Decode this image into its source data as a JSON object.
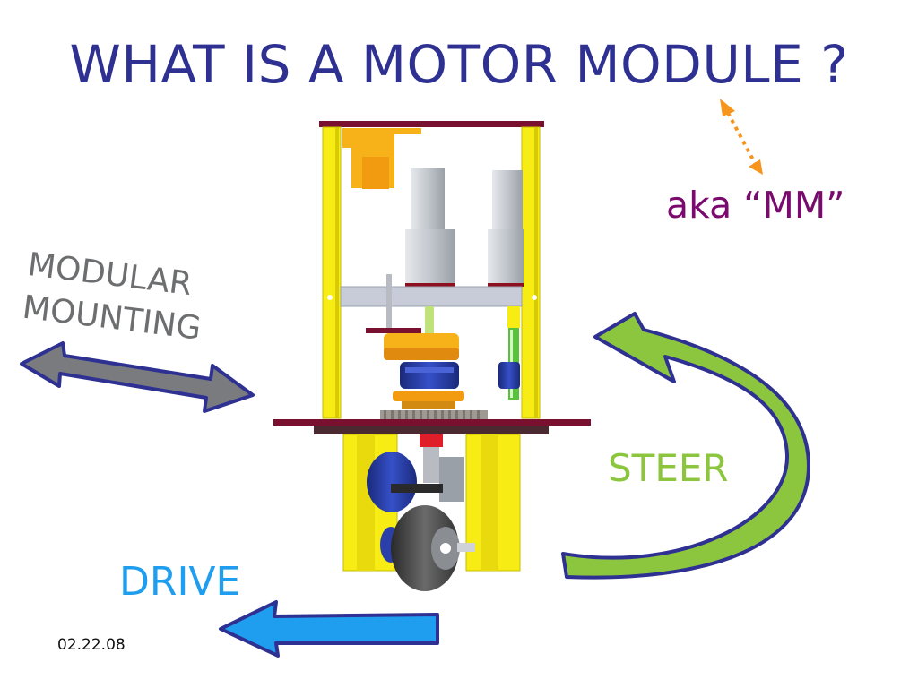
{
  "slide": {
    "title": "WHAT IS A MOTOR MODULE ?",
    "aka_label": "aka “MM”",
    "modular_line1": "MODULAR",
    "modular_line2": "MOUNTING",
    "steer_label": "STEER",
    "drive_label": "DRIVE",
    "date": "02.22.08"
  },
  "colors": {
    "title": "#2e3192",
    "aka": "#7a0a6e",
    "modular_text": "#6d6e70",
    "steer": "#8cc63f",
    "drive": "#1f9ef0",
    "frame_yellow": "#f7ec13",
    "plate_maroon": "#7a1030",
    "bracket_orange": "#f7b21a",
    "motor_grey": "#c8cdd3",
    "wheel_dark": "#4a4a4a",
    "dotted_arrow": "#f7941d"
  },
  "icons": {
    "modular_arrow": "double-headed-arrow-icon",
    "steer_arrow": "curved-arrow-icon",
    "drive_arrow": "left-arrow-icon",
    "aka_arrow": "dotted-double-arrow-icon"
  }
}
